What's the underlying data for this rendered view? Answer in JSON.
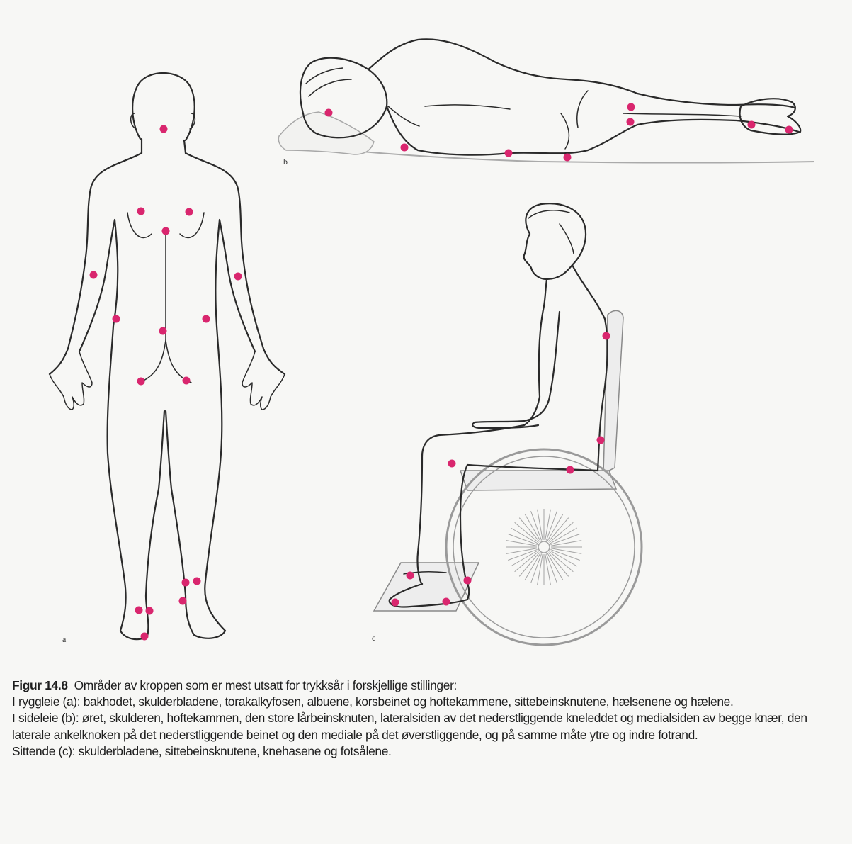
{
  "panels": {
    "a": {
      "label": "a"
    },
    "b": {
      "label": "b"
    },
    "c": {
      "label": "c"
    }
  },
  "colors": {
    "marker": "#d9266e",
    "line": "#2a2a2a",
    "background": "#f7f7f5"
  },
  "caption": {
    "figure_label": "Figur 14.8",
    "title": "Områder av kroppen som er mest utsatt for trykksår i forskjellige stillinger:",
    "lines": [
      "I ryggleie (a): bakhodet, skulderbladene, torakalkyfosen, albuene, korsbeinet og hoftekammene, sittebeinsknutene, hælsenene og hælene.",
      "I sideleie (b): øret, skulderen, hoftekammen, den store lårbeinsknuten, lateralsiden av det nederstliggende kneleddet og medialsiden av begge knær, den laterale ankelknoken på det nederstliggende beinet og den mediale på det øverstliggende, og på samme måte ytre og indre fotrand.",
      "Sittende (c): skulderbladene, sittebeinsknutene, knehasene og fotsålene."
    ]
  }
}
